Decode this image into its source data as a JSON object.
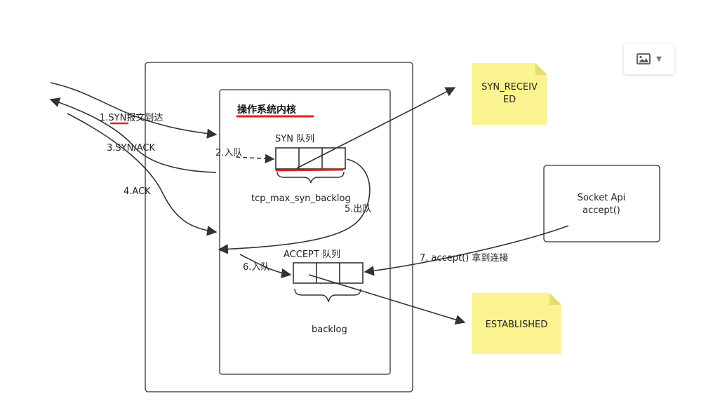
{
  "diagram": {
    "os_kernel_title": "操作系统内核",
    "syn_queue_label": "SYN 队列",
    "syn_backlog_label": "tcp_max_syn_backlog",
    "accept_queue_label": "ACCEPT 队列",
    "backlog_label": "backlog",
    "step1": "1.SYN报文到达",
    "step2": "2.入队",
    "step3": "3.SYN/ACK",
    "step4": "4.ACK",
    "step5": "5.出队",
    "step6": "6.入队",
    "step7": "7. accept() 拿到连接",
    "socket_api_line1": "Socket Api",
    "socket_api_line2": "accept()",
    "note_syn_received_line1": "SYN_RECEIV",
    "note_syn_received_line2": "ED",
    "note_established": "ESTABLISHED"
  },
  "colors": {
    "stroke": "#333333",
    "note_fill": "#fbf38f",
    "highlight": "#e0201b"
  },
  "toolbar": {
    "image_button_icon": "image-icon",
    "dropdown_icon": "caret-down-icon"
  }
}
